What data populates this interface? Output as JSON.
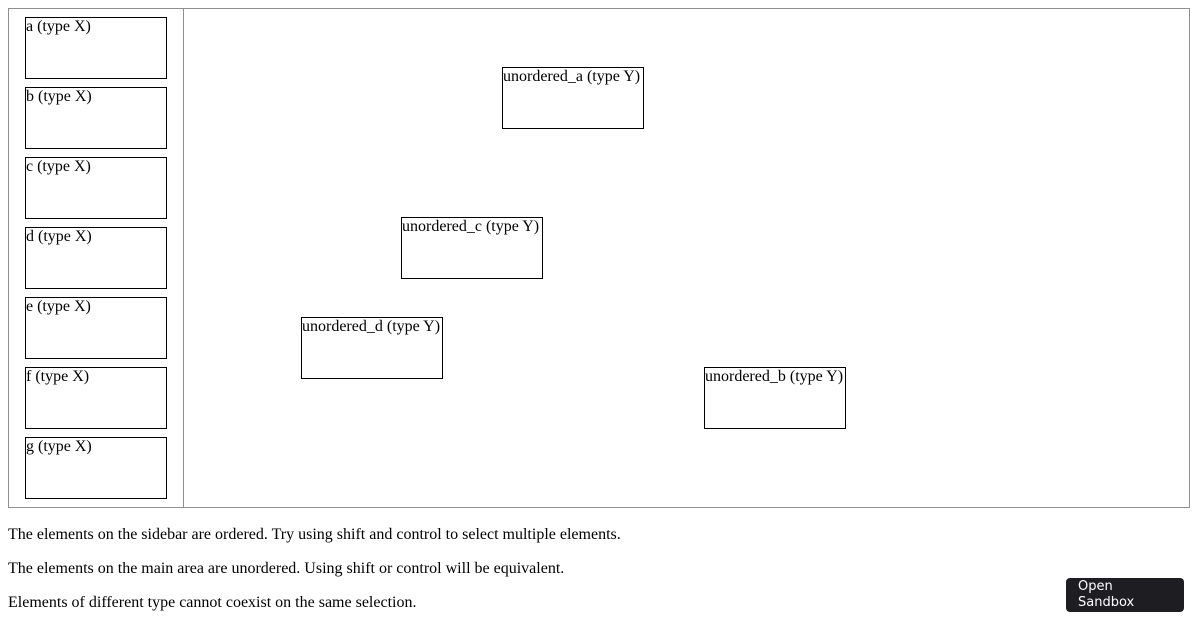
{
  "sidebar": {
    "items": [
      {
        "label": "a (type X)"
      },
      {
        "label": "b (type X)"
      },
      {
        "label": "c (type X)"
      },
      {
        "label": "d (type X)"
      },
      {
        "label": "e (type X)"
      },
      {
        "label": "f (type X)"
      },
      {
        "label": "g (type X)"
      }
    ]
  },
  "main": {
    "items": [
      {
        "label": "unordered_a (type Y)"
      },
      {
        "label": "unordered_c (type Y)"
      },
      {
        "label": "unordered_d (type Y)"
      },
      {
        "label": "unordered_b (type Y)"
      }
    ]
  },
  "descriptions": [
    "The elements on the sidebar are ordered. Try using shift and control to select multiple elements.",
    "The elements on the main area are unordered. Using shift or control will be equivalent.",
    "Elements of different type cannot coexist on the same selection."
  ],
  "sandbox_button": {
    "label": "Open Sandbox"
  }
}
